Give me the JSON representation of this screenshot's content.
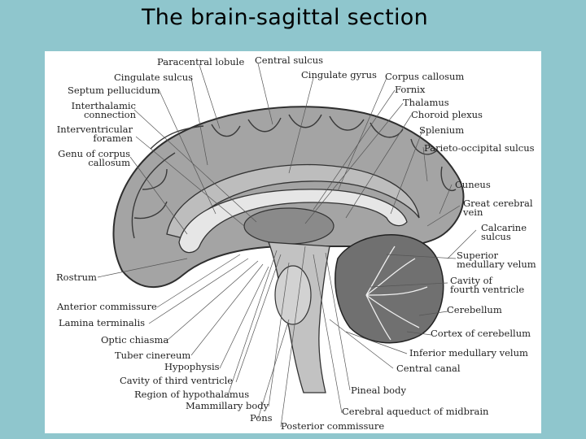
{
  "title": "The brain-sagittal section",
  "labels": {
    "paracentral_lobule": "Paracentral lobule",
    "central_sulcus": "Central sulcus",
    "cingulate_sulcus": "Cingulate sulcus",
    "cingulate_gyrus": "Cingulate gyrus",
    "corpus_callosum": "Corpus callosum",
    "septum_pellucidum": "Septum pellucidum",
    "fornix": "Fornix",
    "interthalamic_connection": "Interthalamic\nconnection",
    "thalamus": "Thalamus",
    "choroid_plexus": "Choroid plexus",
    "interventricular_foramen": "Interventricular\nforamen",
    "splenium": "Splenium",
    "genu_of_corpus_callosum": "Genu of corpus\ncallosum",
    "parieto_occipital_sulcus": "Parieto-occipital sulcus",
    "cuneus": "Cuneus",
    "great_cerebral_vein": "Great cerebral\nvein",
    "calcarine_sulcus": "Calcarine\nsulcus",
    "superior_medullary_velum": "Superior\nmedullary velum",
    "rostrum": "Rostrum",
    "cavity_of_fourth_ventricle": "Cavity of\nfourth ventricle",
    "anterior_commissure": "Anterior commissure",
    "cerebellum": "Cerebellum",
    "lamina_terminalis": "Lamina terminalis",
    "cortex_of_cerebellum": "Cortex of cerebellum",
    "optic_chiasma": "Optic chiasma",
    "inferior_medullary_velum": "Inferior medullary velum",
    "tuber_cinereum": "Tuber cinereum",
    "hypophysis": "Hypophysis",
    "central_canal": "Central canal",
    "cavity_of_third_ventricle": "Cavity of third ventricle",
    "pineal_body": "Pineal body",
    "region_of_hypothalamus": "Region of hypothalamus",
    "mammillary_body": "Mammillary body",
    "cerebral_aqueduct_of_midbrain": "Cerebral aqueduct of midbrain",
    "pons": "Pons",
    "posterior_commissure": "Posterior commissure"
  },
  "colors": {
    "background": "#8fc6cd",
    "figure_bg": "#ffffff",
    "tissue": "#9a9a9a",
    "tissue_light": "#c8c8c8",
    "tissue_dark": "#3c3c3c"
  }
}
